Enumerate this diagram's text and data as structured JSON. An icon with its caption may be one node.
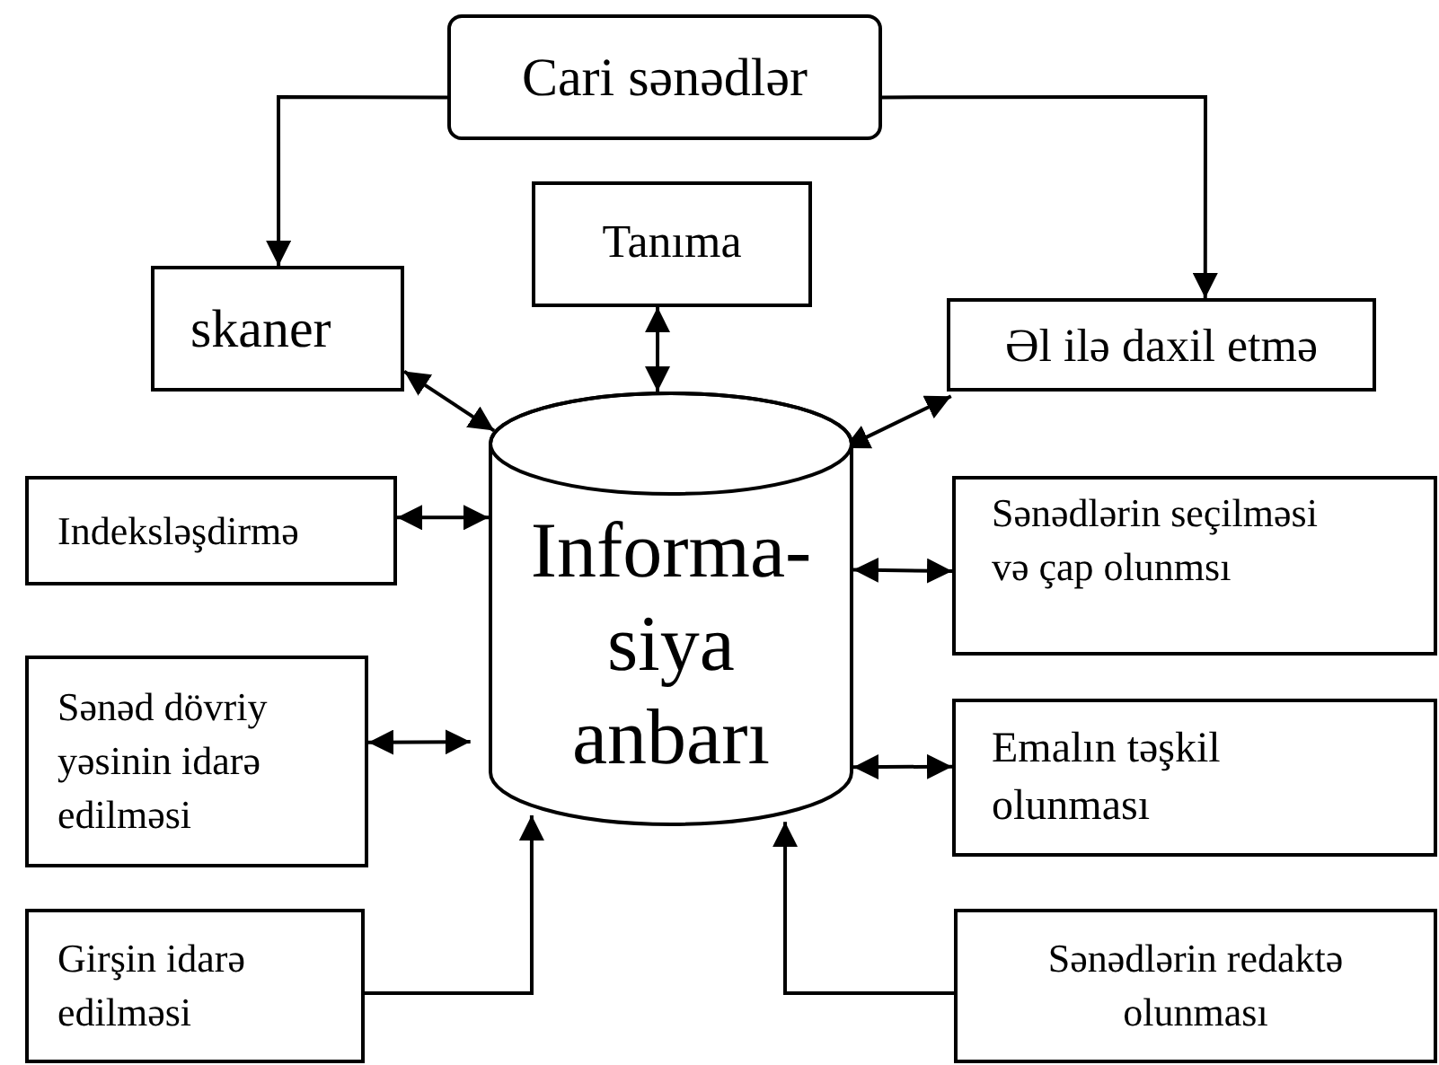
{
  "diagram": {
    "nodes": [
      {
        "text": [
          "Cari sənədlər"
        ]
      },
      {
        "text": [
          "skaner"
        ]
      },
      {
        "text": [
          "Tanıma"
        ]
      },
      {
        "text": [
          "Əl ilə daxil etmə"
        ]
      },
      {
        "text": [
          "Informa- siya anbarı"
        ]
      },
      {
        "text": [
          "Indeksləşdirmə"
        ]
      },
      {
        "text": [
          "Sənədlərin seçilməsi və çap olunmsı"
        ]
      },
      {
        "text": [
          "Sənəd dövriy yəsinin idarə edilməsi"
        ]
      },
      {
        "text": [
          "Emalın təşkil olunması"
        ]
      },
      {
        "text": [
          "Girşin idarə edilməsi"
        ]
      },
      {
        "text": [
          "Sənədlərin redaktə olunması"
        ]
      }
    ],
    "edges": [
      {
        "from": 0,
        "to": 1,
        "arrow": "to"
      },
      {
        "from": 0,
        "to": 3,
        "arrow": "to"
      },
      {
        "from": 2,
        "to": 4,
        "arrow": "both"
      },
      {
        "from": 1,
        "to": 4,
        "arrow": "both"
      },
      {
        "from": 3,
        "to": 4,
        "arrow": "both"
      },
      {
        "from": 5,
        "to": 4,
        "arrow": "both"
      },
      {
        "from": 4,
        "to": 6,
        "arrow": "both"
      },
      {
        "from": 7,
        "to": 4,
        "arrow": "both"
      },
      {
        "from": 4,
        "to": 8,
        "arrow": "both"
      },
      {
        "from": 9,
        "to": 4,
        "arrow": "to"
      },
      {
        "from": 10,
        "to": 4,
        "arrow": "to"
      }
    ]
  }
}
